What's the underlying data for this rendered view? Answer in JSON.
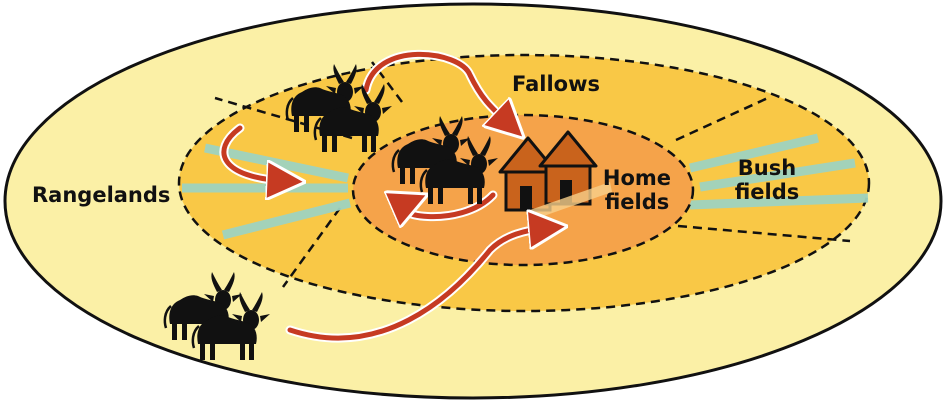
{
  "zones": {
    "outer": "Rangelands",
    "middle": "Fallows",
    "inner_line1": "Home",
    "inner_line2": "fields",
    "right_line1": "Bush",
    "right_line2": "fields"
  },
  "colors": {
    "outer_fill": "#fbf0a6",
    "middle_fill": "#f9c846",
    "inner_fill": "#f5a34a",
    "dashed_line": "#1a1a1a",
    "arrow": "#c63a22",
    "arrow_outline": "#ffffff",
    "hut": "#c9631c",
    "cattle": "#111111",
    "tracks": "#9fd3c0"
  },
  "icons": [
    "cattle-herd-icon",
    "hut-icon",
    "movement-arrow-icon"
  ]
}
